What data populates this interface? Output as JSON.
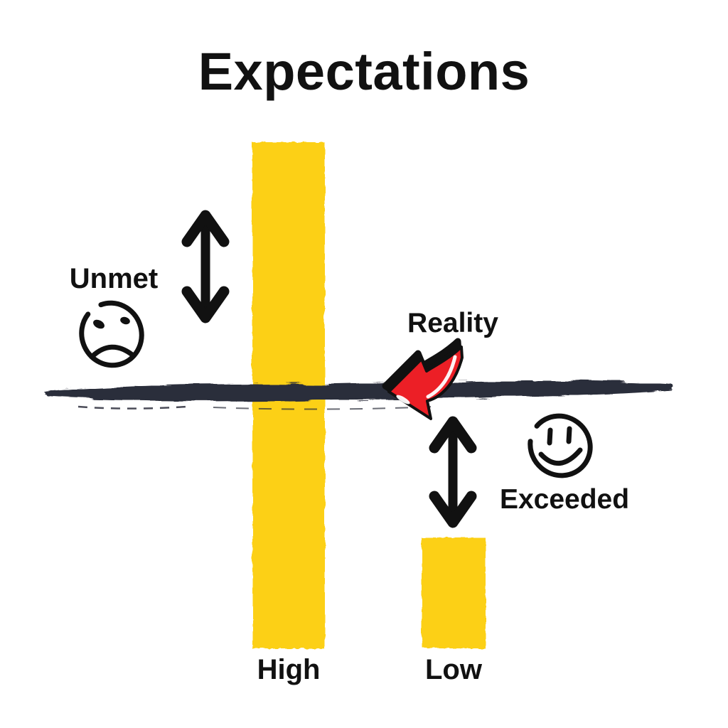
{
  "title": "Expectations",
  "colors": {
    "background": "#FFFFFF",
    "bar_yellow": "#FCD018",
    "reality_line": "#2B2D3B",
    "arrow_red": "#EC1F26",
    "text": "#111111"
  },
  "chart": {
    "type": "conceptual-bar",
    "bars": [
      {
        "id": "high",
        "label": "High"
      },
      {
        "id": "low",
        "label": "Low"
      }
    ],
    "reality_line_label": "Reality"
  },
  "annotations": {
    "unmet": {
      "label": "Unmet",
      "icon": "sad-face-icon"
    },
    "exceeded": {
      "label": "Exceeded",
      "icon": "smiley-face-icon"
    }
  },
  "icons": [
    "double-arrow-vertical-icon",
    "curved-red-arrow-icon",
    "sad-face-icon",
    "smiley-face-icon"
  ]
}
